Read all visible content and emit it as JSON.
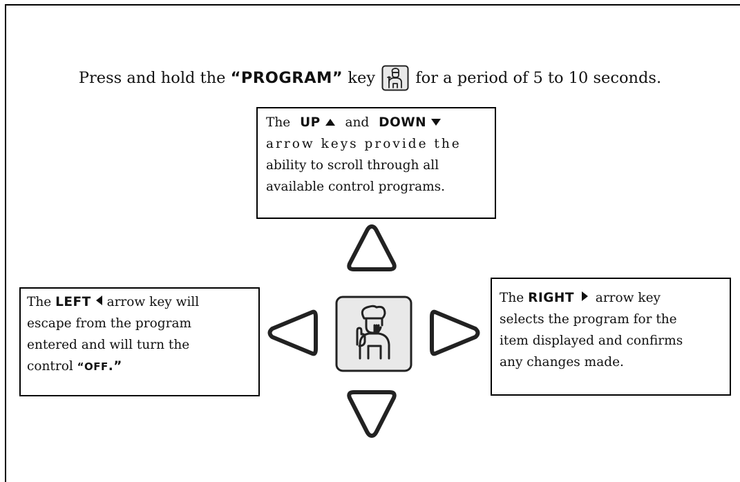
{
  "intro": {
    "before": "Press and hold the",
    "key_name": "“PROGRAM”",
    "key_word": "key",
    "after": "for a period of 5 to 10 seconds."
  },
  "up_down_box": {
    "the": "The",
    "up": "UP",
    "and": "and",
    "down": "DOWN",
    "line2": "arrow keys provide the",
    "line3": "ability to scroll through all",
    "line4": "available control programs."
  },
  "left_box": {
    "the": "The",
    "left": "LEFT",
    "rest1": "arrow key will",
    "line2": "escape from the program",
    "line3": "entered and will turn the",
    "control": "control",
    "off": "“OFF",
    "close": ".”"
  },
  "right_box": {
    "the": "The",
    "right": "RIGHT",
    "rest1": "arrow key",
    "line2": "selects the program for the",
    "line3": "item displayed and confirms",
    "line4": "any changes made."
  },
  "icons": {
    "program_key": "chef-icon",
    "up": "up-arrow-icon",
    "down": "down-arrow-icon",
    "left": "left-arrow-icon",
    "right": "right-arrow-icon"
  },
  "colors": {
    "key_fill": "#e9e9e9",
    "stroke": "#222222"
  }
}
